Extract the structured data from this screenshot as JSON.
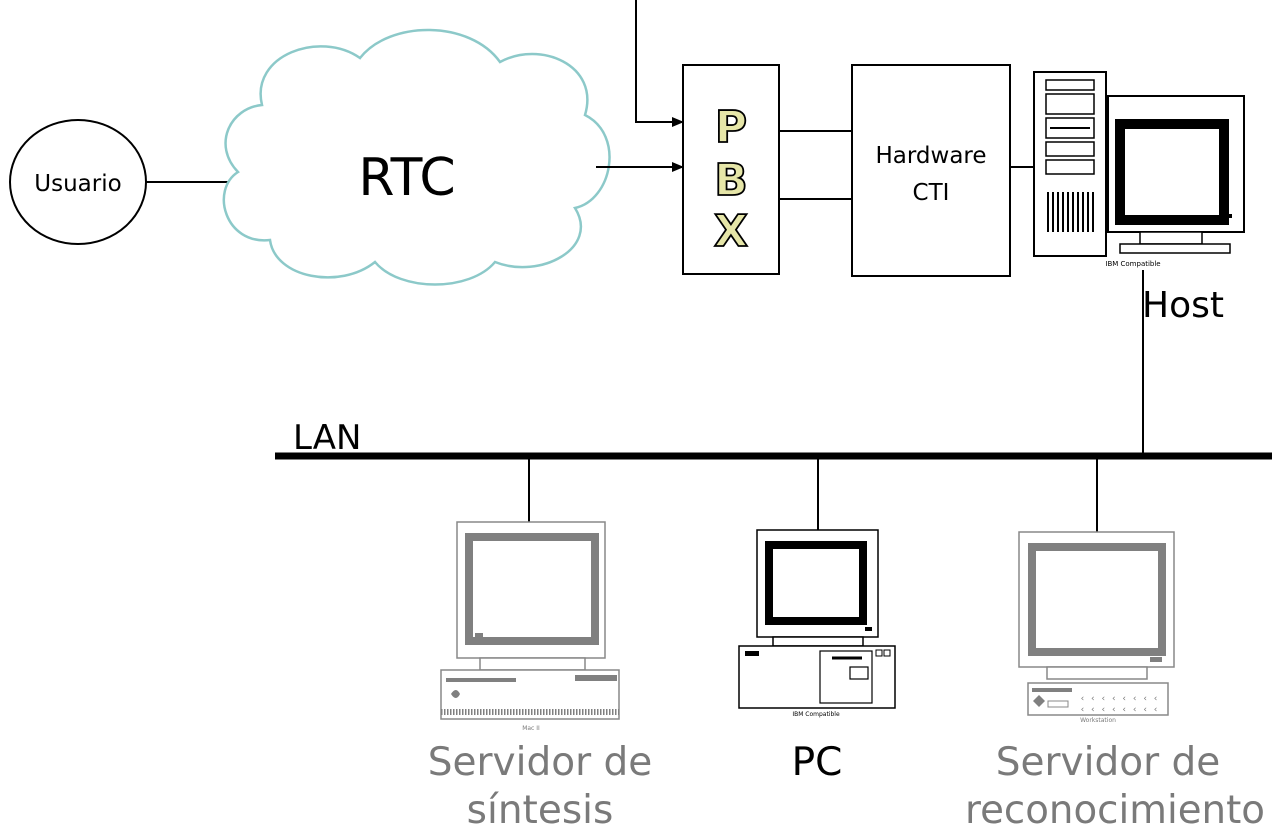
{
  "nodes": {
    "user": "Usuario",
    "network": "RTC",
    "pbx_letters": [
      "P",
      "B",
      "X"
    ],
    "cti_line1": "Hardware",
    "cti_line2": "CTI",
    "host": "Host",
    "host_case": "IBM Compatible",
    "lan": "LAN",
    "pc_case": "IBM Compatible",
    "mac_case": "Mac II",
    "workstation_case": "Workstation",
    "synthesis_line1": "Servidor de",
    "synthesis_line2": "síntesis",
    "pc": "PC",
    "recognition_line1": "Servidor de",
    "recognition_line2": "reconocimiento"
  },
  "colors": {
    "cloud_stroke": "#8cc9c9",
    "pbx_letter_fill": "#e6e6a8",
    "device_gray": "#808080"
  }
}
